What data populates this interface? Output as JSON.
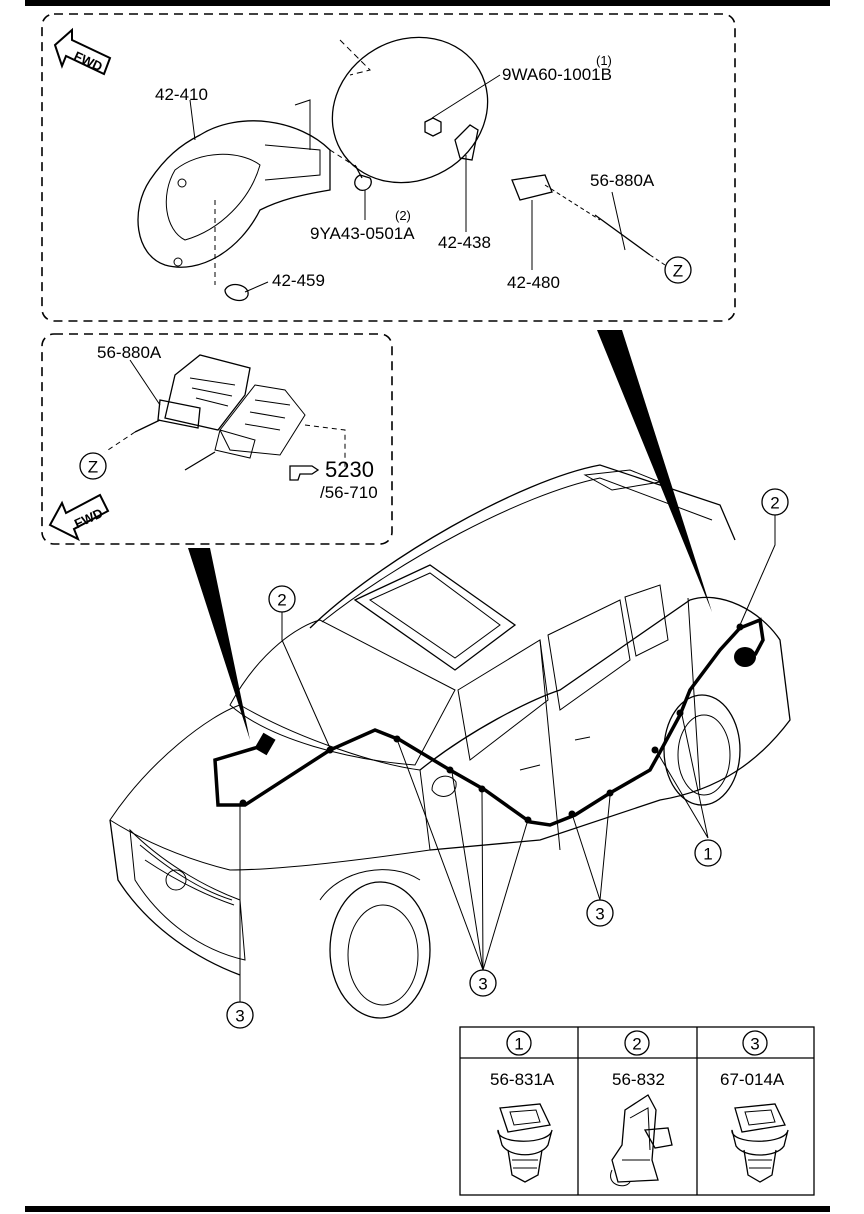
{
  "top_inset": {
    "fwd_label": "FWD",
    "parts": {
      "p42_410": "42-410",
      "p9wa60": "9WA60-1001B",
      "p9wa60_qty": "(1)",
      "p56_880a": "56-880A",
      "p9ya43": "9YA43-0501A",
      "p9ya43_qty": "(2)",
      "p42_438": "42-438",
      "p42_480": "42-480",
      "p42_459": "42-459",
      "ref_z": "Z"
    }
  },
  "mid_inset": {
    "fwd_label": "FWD",
    "parts": {
      "p56_880a": "56-880A",
      "ref_z": "Z",
      "p5230": "5230",
      "p56_710": "/56-710"
    }
  },
  "callouts": {
    "c1": "1",
    "c2": "2",
    "c3": "3"
  },
  "legend": {
    "columns": [
      {
        "number": "1",
        "part": "56-831A"
      },
      {
        "number": "2",
        "part": "56-832"
      },
      {
        "number": "3",
        "part": "67-014A"
      }
    ]
  }
}
